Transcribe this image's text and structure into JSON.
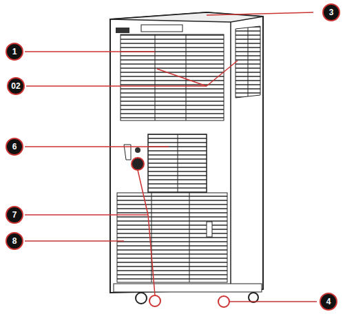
{
  "diagram": {
    "labels": [
      "3",
      "1",
      "02",
      "6",
      "7",
      "8",
      "4"
    ]
  }
}
